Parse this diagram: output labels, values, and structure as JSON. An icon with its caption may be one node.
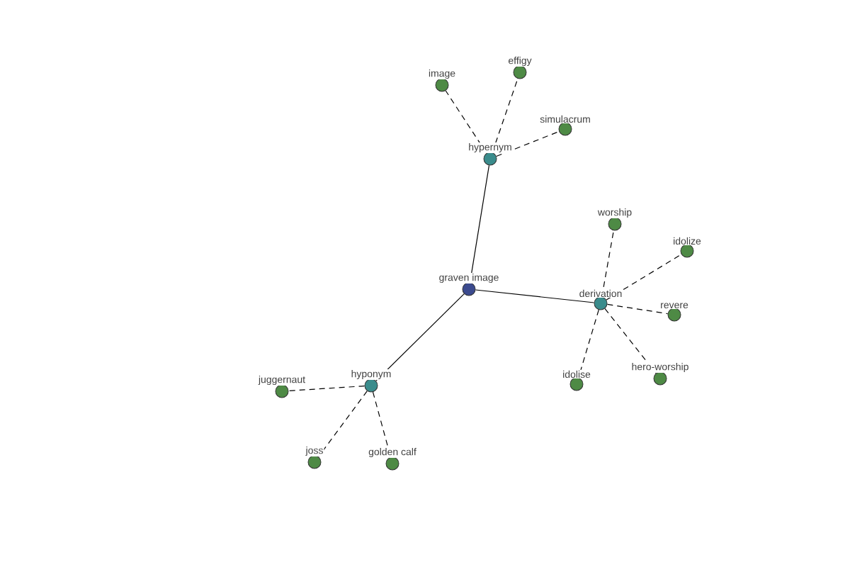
{
  "diagram": {
    "nodes": [
      {
        "text": [
          "graven image"
        ]
      },
      {
        "text": [
          "hypernym"
        ]
      },
      {
        "text": [
          "image"
        ]
      },
      {
        "text": [
          "effigy"
        ]
      },
      {
        "text": [
          "simulacrum"
        ]
      },
      {
        "text": [
          "derivation"
        ]
      },
      {
        "text": [
          "worship"
        ]
      },
      {
        "text": [
          "idolize"
        ]
      },
      {
        "text": [
          "revere"
        ]
      },
      {
        "text": [
          "hero-worship"
        ]
      },
      {
        "text": [
          "idolise"
        ]
      },
      {
        "text": [
          "hyponym"
        ]
      },
      {
        "text": [
          "juggernaut"
        ]
      },
      {
        "text": [
          "joss"
        ]
      },
      {
        "text": [
          "golden calf"
        ]
      }
    ],
    "edges": [
      {
        "from": 0,
        "to": 1,
        "arrow": "none"
      },
      {
        "from": 0,
        "to": 5,
        "arrow": "none"
      },
      {
        "from": 0,
        "to": 11,
        "arrow": "none"
      },
      {
        "from": 1,
        "to": 2,
        "arrow": "none",
        "style": "dashed"
      },
      {
        "from": 1,
        "to": 3,
        "arrow": "none",
        "style": "dashed"
      },
      {
        "from": 1,
        "to": 4,
        "arrow": "none",
        "style": "dashed"
      },
      {
        "from": 5,
        "to": 6,
        "arrow": "none",
        "style": "dashed"
      },
      {
        "from": 5,
        "to": 7,
        "arrow": "none",
        "style": "dashed"
      },
      {
        "from": 5,
        "to": 8,
        "arrow": "none",
        "style": "dashed"
      },
      {
        "from": 5,
        "to": 9,
        "arrow": "none",
        "style": "dashed"
      },
      {
        "from": 5,
        "to": 10,
        "arrow": "none",
        "style": "dashed"
      },
      {
        "from": 11,
        "to": 12,
        "arrow": "none",
        "style": "dashed"
      },
      {
        "from": 11,
        "to": 13,
        "arrow": "none",
        "style": "dashed"
      },
      {
        "from": 11,
        "to": 14,
        "arrow": "none",
        "style": "dashed"
      }
    ]
  }
}
